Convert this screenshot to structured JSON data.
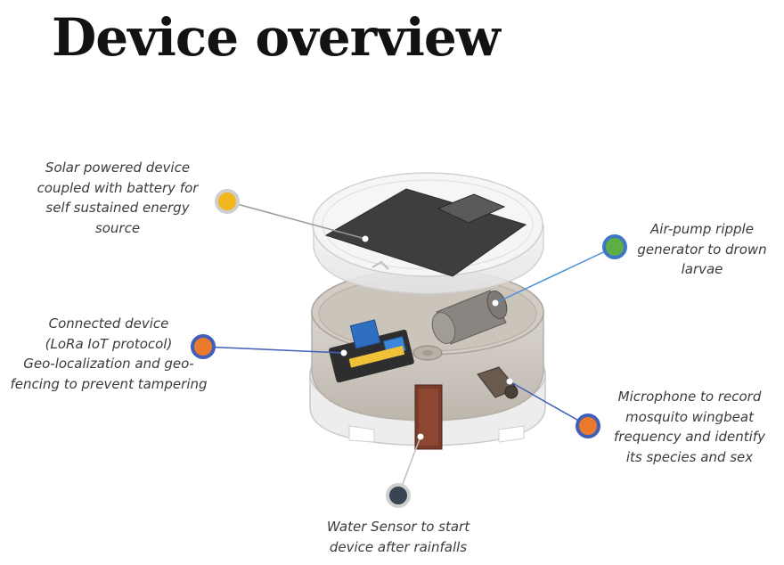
{
  "slide": {
    "title": "Device overview"
  },
  "callouts": {
    "solar": {
      "text": "Solar powered device\ncoupled with battery for\nself sustained energy\nsource",
      "dot_color": "#f2b71c",
      "ring_color": "#cfcfcf"
    },
    "airpump": {
      "text": "Air-pump ripple\ngenerator to drown\nlarvae",
      "dot_color": "#5cae45",
      "ring_color": "#3f76c7"
    },
    "connected": {
      "text": "Connected device\n(LoRa IoT protocol)\nGeo-localization and geo-\nfencing to prevent tampering",
      "dot_color": "#ea7a2c",
      "ring_color": "#3f5fb8"
    },
    "microphone": {
      "text": "Microphone to record\nmosquito wingbeat\nfrequency and identify\nits species and sex",
      "dot_color": "#ea7a2c",
      "ring_color": "#3f5fb8"
    },
    "water": {
      "text": "Water Sensor to start\ndevice after rainfalls",
      "dot_color": "#3a4554",
      "ring_color": "#cfcfcf"
    }
  }
}
